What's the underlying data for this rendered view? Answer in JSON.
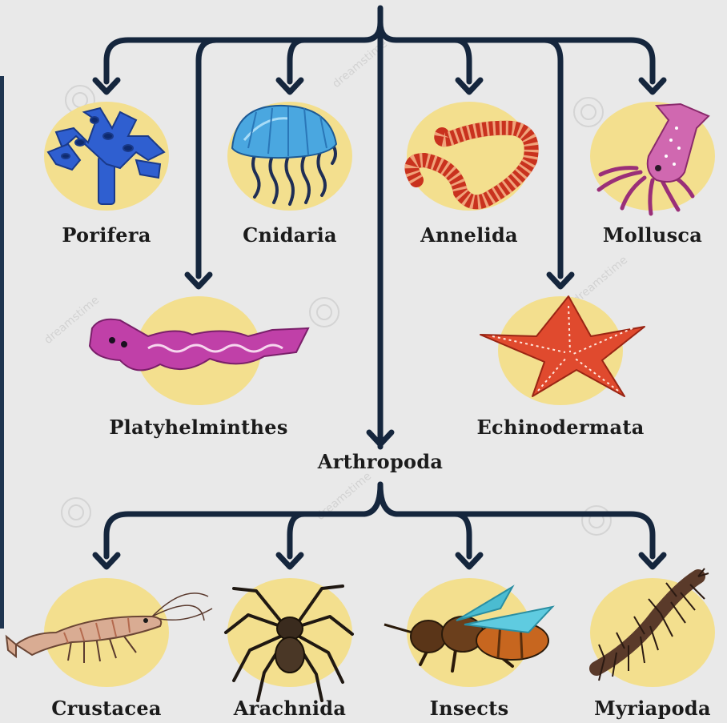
{
  "taxa": {
    "porifera": "Porifera",
    "cnidaria": "Cnidaria",
    "annelida": "Annelida",
    "mollusca": "Mollusca",
    "platyhelminthes": "Platyhelminthes",
    "echinodermata": "Echinodermata",
    "arthropoda": "Arthropoda",
    "crustacea": "Crustacea",
    "arachnida": "Arachnida",
    "insects": "Insects",
    "myriapoda": "Myriapoda"
  },
  "colors": {
    "connector": "#15263d",
    "circle": "#f3df8e",
    "background": "#e9e9e9"
  }
}
